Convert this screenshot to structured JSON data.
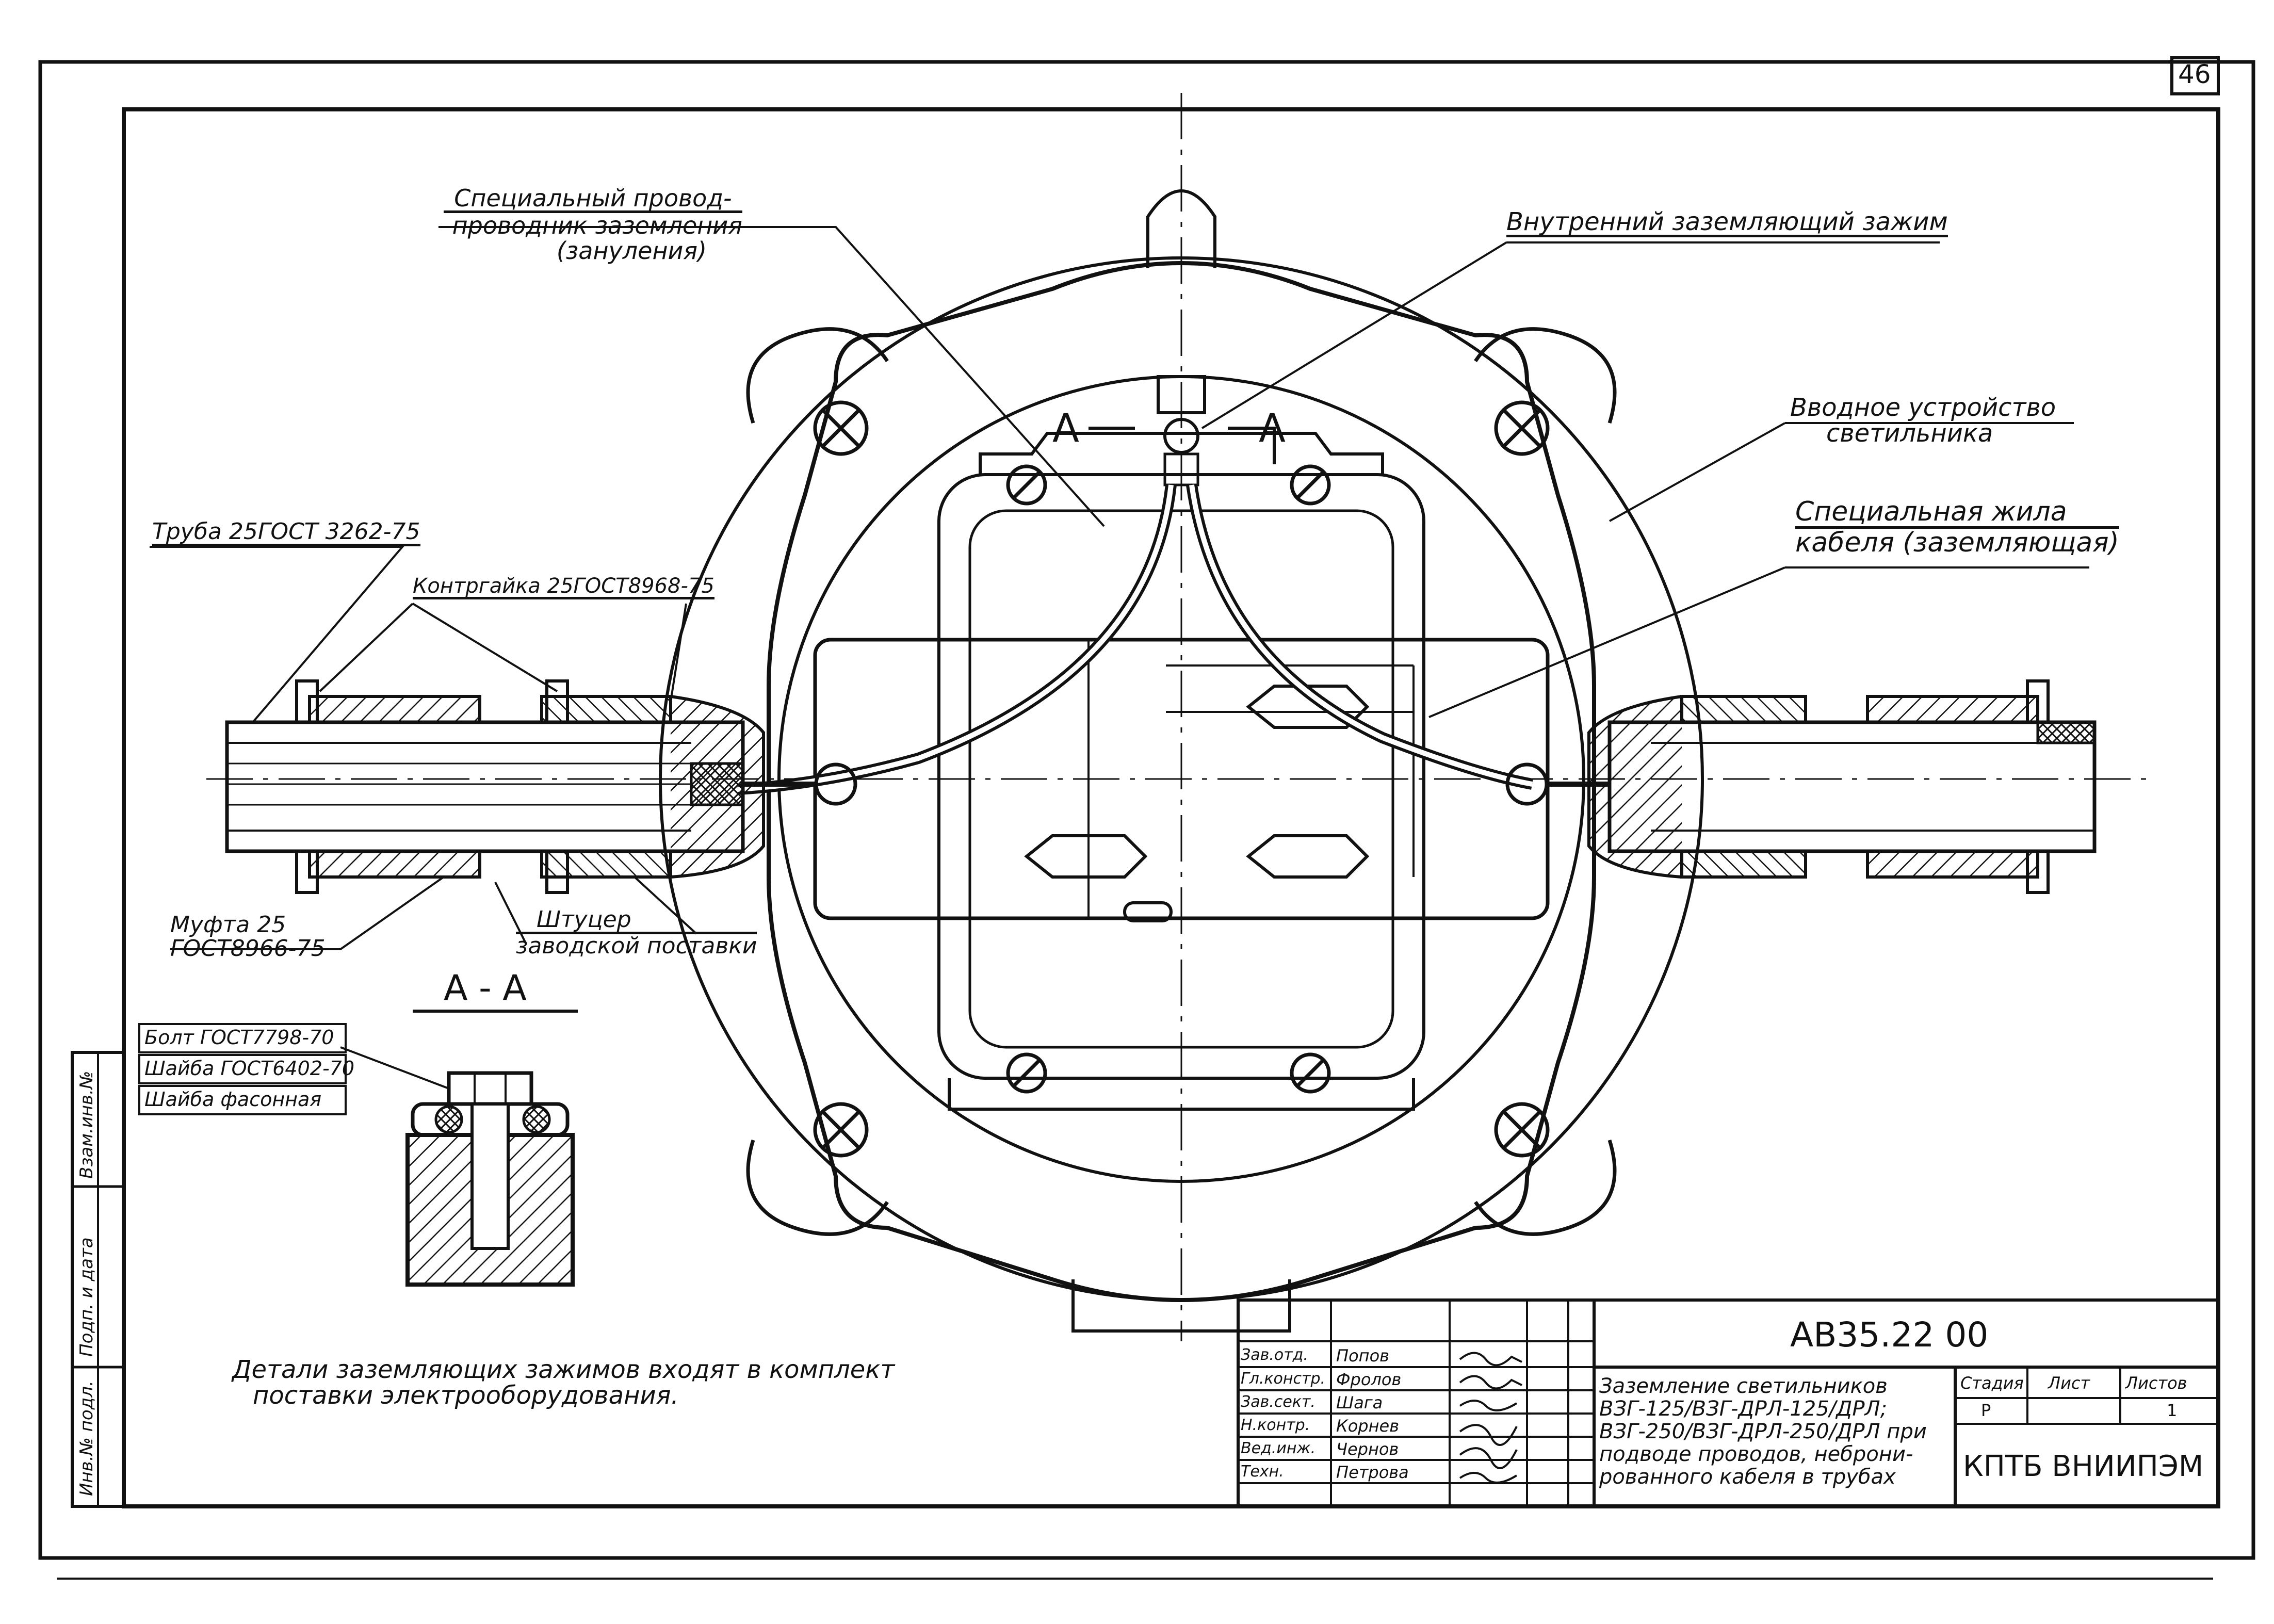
{
  "sheet_number": "46",
  "callouts": {
    "grounding_wire": [
      "Специальный провод-",
      "-проводник заземления",
      "(зануления)"
    ],
    "inner_clamp": "Внутренний заземляющий зажим",
    "input_device": [
      "Вводное устройство",
      "светильника"
    ],
    "special_core": [
      "Специальная жила",
      "кабеля (заземляющая)"
    ],
    "pipe": "Труба 25ГОСТ 3262-75",
    "locknut": "Контргайка 25ГОСТ8968-75",
    "coupling": [
      "Муфта 25",
      "ГОСТ8966-75"
    ],
    "fitting": [
      "Штуцер",
      "заводской поставки"
    ],
    "section_title": "А - А",
    "section_mark": "А",
    "bolt": "Болт ГОСТ7798-70",
    "washer": "Шайба ГОСТ6402-70",
    "shaped_washer": "Шайба фасонная"
  },
  "note": [
    "Детали заземляющих зажимов входят в комплект",
    "поставки электрооборудования."
  ],
  "title_block": {
    "doc_code": "АВ35.22 00",
    "title": [
      "Заземление светильников",
      "ВЗГ-125/ВЗГ-ДРЛ-125/ДРЛ;",
      "ВЗГ-250/ВЗГ-ДРЛ-250/ДРЛ при",
      "подводе проводов, неброни-",
      "рованного кабеля в трубах"
    ],
    "roles": [
      "Зав.отд.",
      "Гл.констр.",
      "Зав.сект.",
      "Н.контр.",
      "Вед.инж.",
      "Техн."
    ],
    "names": [
      "Попов",
      "Фролов",
      "Шага",
      "Корнев",
      "Чернов",
      "Петрова"
    ],
    "stage_header": "Стадия",
    "sheet_header": "Лист",
    "sheets_header": "Листов",
    "stage_value": "Р",
    "sheets_value": "1",
    "organization": "КПТБ ВНИИПЭМ"
  },
  "side_stamp": [
    "Инв.№ подл.",
    "Подп. и дата",
    "Взам.инв.№"
  ]
}
